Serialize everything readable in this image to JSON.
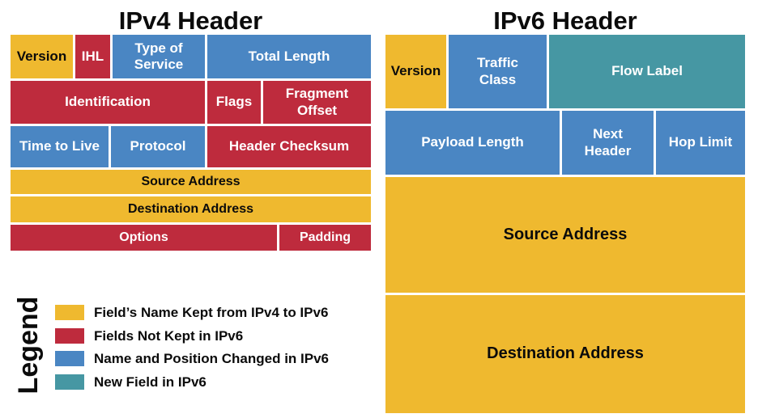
{
  "colors": {
    "kept_from_ipv4": "#EFB92F",
    "not_kept_in_ipv6": "#BE2B3D",
    "name_position_changed": "#4A86C3",
    "new_field_in_ipv6": "#4697A3"
  },
  "ipv4": {
    "title": "IPv4 Header",
    "fields": {
      "version": "Version",
      "ihl": "IHL",
      "type_of_service": "Type of\nService",
      "total_length": "Total Length",
      "identification": "Identification",
      "flags": "Flags",
      "fragment_offset": "Fragment\nOffset",
      "time_to_live": "Time to Live",
      "protocol": "Protocol",
      "header_checksum": "Header Checksum",
      "source_address": "Source Address",
      "destination_address": "Destination Address",
      "options": "Options",
      "padding": "Padding"
    }
  },
  "ipv6": {
    "title": "IPv6 Header",
    "fields": {
      "version": "Version",
      "traffic_class": "Traffic\nClass",
      "flow_label": "Flow Label",
      "payload_length": "Payload Length",
      "next_header": "Next\nHeader",
      "hop_limit": "Hop Limit",
      "source_address": "Source Address",
      "destination_address": "Destination Address"
    }
  },
  "legend": {
    "title": "Legend",
    "items": [
      {
        "category": "kept_from_ipv4",
        "label": "Field’s Name Kept from IPv4 to IPv6"
      },
      {
        "category": "not_kept_in_ipv6",
        "label": "Fields Not Kept in IPv6"
      },
      {
        "category": "name_position_changed",
        "label": "Name and Position Changed in IPv6"
      },
      {
        "category": "new_field_in_ipv6",
        "label": "New Field in IPv6"
      }
    ]
  }
}
